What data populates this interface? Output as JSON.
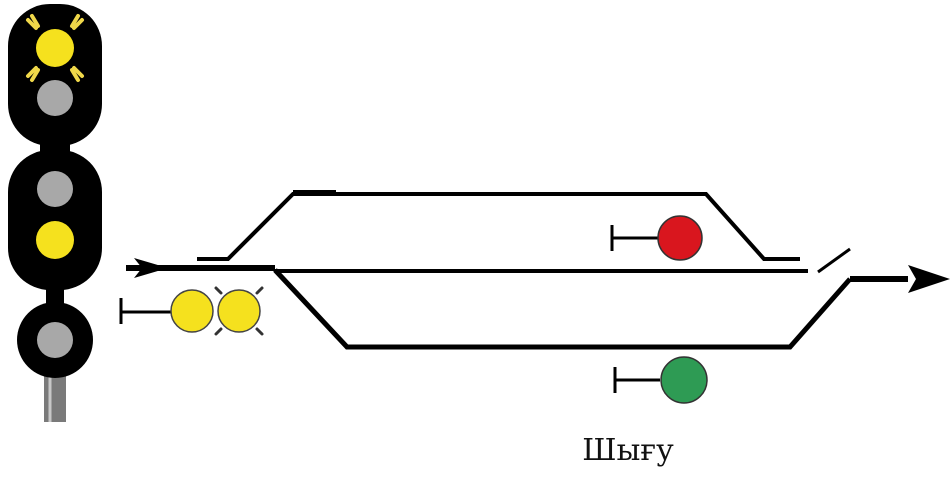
{
  "caption": "Шығу",
  "colors": {
    "signal_body": "#000000",
    "lamp_lit_yellow": "#f5e11e",
    "lamp_dark": "#a8a8a8",
    "lamp_red": "#d9161e",
    "lamp_green": "#2e9b54",
    "track": "#000000",
    "glow": "#f0d84a"
  },
  "main_signal": {
    "upper_head": [
      "lamp-lit-yellow-flashing",
      "lamp-dark"
    ],
    "middle_head": [
      "lamp-dark",
      "lamp-lit-yellow"
    ],
    "lower_head": [
      "lamp-dark"
    ]
  },
  "track_signals": {
    "entry": [
      "lamp-lit-yellow",
      "lamp-lit-yellow-flashing"
    ],
    "exit_upper": "lamp-red",
    "exit_lower": "lamp-green"
  }
}
